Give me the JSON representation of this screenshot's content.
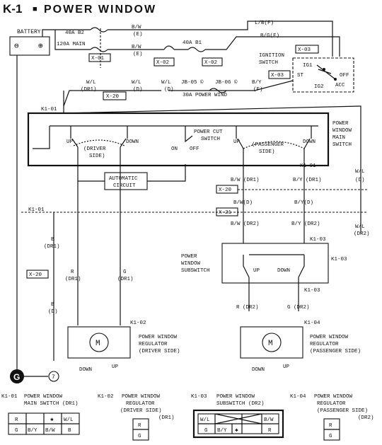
{
  "header": {
    "code": "K-1",
    "bullet": "■",
    "name": "POWER WINDOW"
  },
  "battery": {
    "label": "BATTERY",
    "neg": "⊖",
    "pos": "⊕"
  },
  "fuses": {
    "f40a_b2": "40A B2",
    "f120a": "120A MAIN",
    "f40a_b1": "40A B1",
    "j30a": "30A POWER WIND",
    "jb05": "JB-05 ©",
    "jb06": "JB-06 ©"
  },
  "wires": {
    "lb_f": "L/B(F)",
    "bg_f": "B/G(F)",
    "bw_e1": "B/W",
    "bw_e1b": "(E)",
    "bw_e2": "B/W",
    "bw_e2b": "(E)",
    "wl_dr1": "W/L",
    "wl_dr1b": "(DR1)",
    "wl_d": "W/L",
    "wl_db": "(D)",
    "wl_d2": "W/L",
    "wl_d2b": "(D)",
    "by_f": "B/Y",
    "by_fb": "(F)",
    "bw_dr1": "B/W (DR1)",
    "by_dr1": "B/Y (DR1)",
    "bw_d": "B/W(D)",
    "by_d": "B/Y(D)",
    "bw_dr2": "B/W (DR2)",
    "by_dr2": "B/Y (DR2)",
    "wl_right": "W/L",
    "wl_right_b": "(D)",
    "wl_right2": "W/L",
    "wl_right2_b": "(DR2)",
    "b_dr1": "B",
    "b_dr1_b": "(DR1)",
    "b_d": "B",
    "b_d_b": "(D)",
    "r_dr1": "R",
    "r_dr1_b": "(DR1)",
    "g_dr1": "G",
    "g_dr1_b": "(DR1)",
    "r_dr2": "R (DR2)",
    "g_dr2": "G (DR2)"
  },
  "connectors": {
    "x01": "X-01",
    "x02a": "X-02",
    "x02b": "X-02",
    "x03a": "X-03",
    "x03b": "X-03",
    "x20a": "X-20",
    "x20b": "X-20",
    "x20c": "X-20",
    "x21": "X-21",
    "k101a": "K1-01",
    "k101b": "K1-01",
    "k101c": "K1-01",
    "k102": "K1-02",
    "k103a": "K1-03",
    "k103b": "K1-03",
    "k103c": "K1-03",
    "k104": "K1-04"
  },
  "ignition": {
    "title1": "IGNITION",
    "title2": "SWITCH",
    "ig1": "IG1",
    "ig2": "IG2",
    "st": "ST",
    "off": "OFF",
    "acc": "ACC"
  },
  "main_switch": {
    "title1": "POWER",
    "title2": "WINDOW",
    "title3": "MAIN",
    "title4": "SWITCH",
    "up": "UP",
    "down": "DOWN",
    "driver1": "(DRIVER",
    "driver2": "SIDE)",
    "passenger1": "(PASSENGER",
    "passenger2": "SIDE)",
    "cut1": "POWER CUT",
    "cut2": "SWITCH",
    "on": "ON",
    "off": "OFF",
    "up2": "UP",
    "down2": "DOWN",
    "auto1": "AUTOMATIC",
    "auto2": "CIRCUIT"
  },
  "subswitch": {
    "title1": "POWER",
    "title2": "WINDOW",
    "title3": "SUBSWITCH",
    "up": "UP",
    "down": "DOWN"
  },
  "motors": {
    "driver": {
      "m": "M",
      "l1": "POWER WINDOW",
      "l2": "REGULATOR",
      "l3": "(DRIVER SIDE)"
    },
    "passenger": {
      "m": "M",
      "l1": "POWER WINDOW",
      "l2": "REGULATOR",
      "l3": "(PASSENGER SIDE)"
    },
    "down_up1": "DOWN",
    "up1": "UP",
    "down_up2": "DOWN",
    "up2": "UP"
  },
  "ground": {
    "g": "G",
    "seven": "7"
  },
  "legend": {
    "k101": {
      "code": "K1-01",
      "l1": "POWER WINDOW",
      "l2": "MAIN SWITCH (DR1)",
      "cells": [
        "R",
        "",
        "✱",
        "W/L",
        "G",
        "B/Y",
        "B/W",
        "B"
      ]
    },
    "k102": {
      "code": "K1-02",
      "l1": "POWER WINDOW",
      "l2": "REGULATOR",
      "l3": "(DRIVER SIDE)",
      "l4": "(DR1)",
      "cells": [
        "R",
        "G"
      ]
    },
    "k103": {
      "code": "K1-03",
      "l1": "POWER WINDOW",
      "l2": "SUBSWITCH (DR2)",
      "cells": [
        "W/L",
        "",
        "B/W",
        "G",
        "B/Y",
        "✱",
        "R"
      ]
    },
    "k104": {
      "code": "K1-04",
      "l1": "POWER WINDOW",
      "l2": "REGULATOR",
      "l3": "(PASSENGER SIDE)",
      "l4": "(DR2)",
      "cells": [
        "R",
        "G"
      ]
    }
  }
}
